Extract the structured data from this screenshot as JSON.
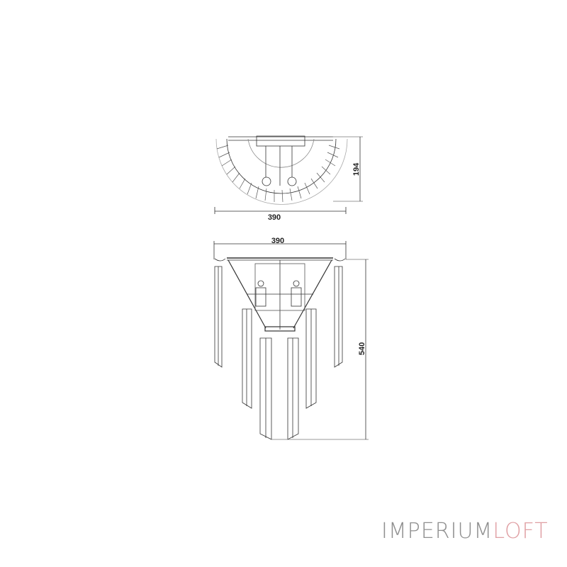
{
  "drawing": {
    "top_view": {
      "width_label": "390",
      "depth_label": "194"
    },
    "front_view": {
      "width_label": "390",
      "height_label": "540"
    },
    "line_color": "#333333"
  },
  "brand": {
    "part1": "IMPERIUM",
    "part2": "LOFT",
    "color1": "#8f8f8f",
    "color2": "#e0a0a4"
  }
}
